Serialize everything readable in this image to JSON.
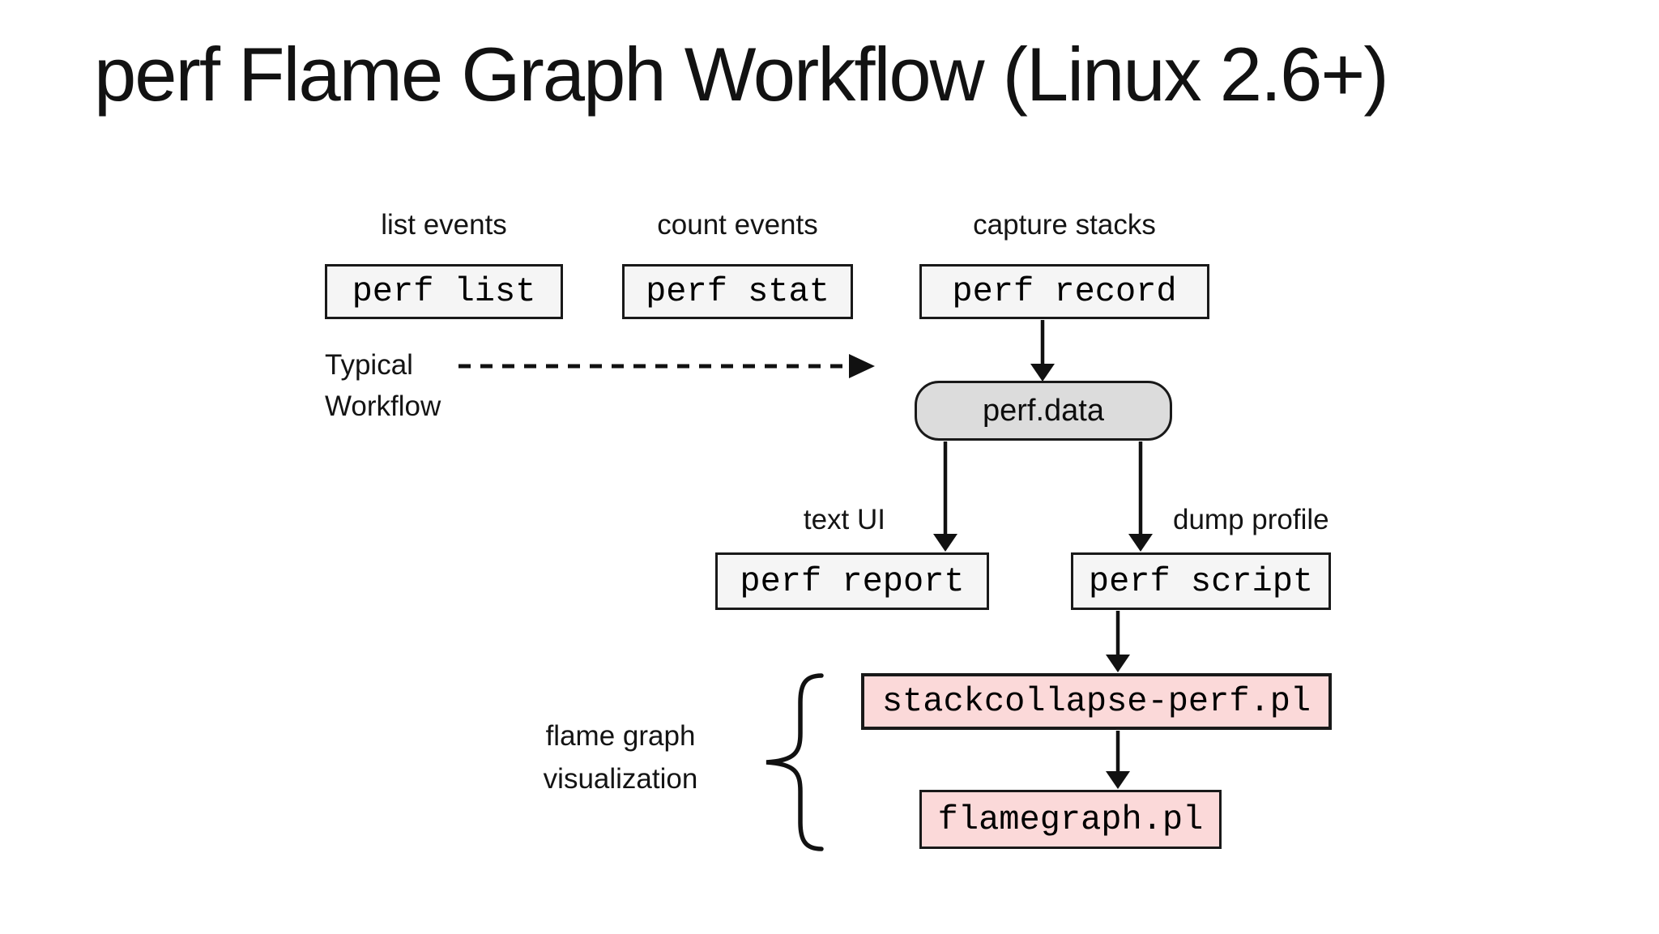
{
  "title": "perf Flame Graph Workflow (Linux 2.6+)",
  "annotations": {
    "typical_workflow_line1": "Typical",
    "typical_workflow_line2": "Workflow",
    "group_line1": "flame graph",
    "group_line2": "visualization"
  },
  "nodes": {
    "perf_list": {
      "caption": "list events",
      "label": "perf list",
      "type": "command"
    },
    "perf_stat": {
      "caption": "count events",
      "label": "perf stat",
      "type": "command"
    },
    "perf_record": {
      "caption": "capture stacks",
      "label": "perf record",
      "type": "command"
    },
    "perf_data": {
      "label": "perf.data",
      "type": "file"
    },
    "perf_report": {
      "caption": "text UI",
      "label": "perf report",
      "type": "command"
    },
    "perf_script": {
      "caption": "dump profile",
      "label": "perf script",
      "type": "command"
    },
    "stackcollapse_perf": {
      "label": "stackcollapse-perf.pl",
      "type": "script"
    },
    "flamegraph": {
      "label": "flamegraph.pl",
      "type": "script"
    }
  },
  "edges": [
    {
      "from": "typical_workflow_label",
      "to": "perf_record_column",
      "style": "dashed-arrow"
    },
    {
      "from": "perf_record",
      "to": "perf_data",
      "style": "solid-arrow"
    },
    {
      "from": "perf_data",
      "to": "perf_report",
      "style": "solid-arrow"
    },
    {
      "from": "perf_data",
      "to": "perf_script",
      "style": "solid-arrow"
    },
    {
      "from": "perf_script",
      "to": "stackcollapse_perf",
      "style": "solid-arrow"
    },
    {
      "from": "stackcollapse_perf",
      "to": "flamegraph",
      "style": "solid-arrow"
    }
  ],
  "group": {
    "members": [
      "stackcollapse_perf",
      "flamegraph"
    ],
    "label": "flame graph visualization"
  },
  "colors": {
    "background": "#ffffff",
    "command_fill": "#f5f5f5",
    "file_fill": "#dcdcdc",
    "script_fill": "#fbd9d9",
    "stroke": "#191919",
    "text": "#141414"
  }
}
